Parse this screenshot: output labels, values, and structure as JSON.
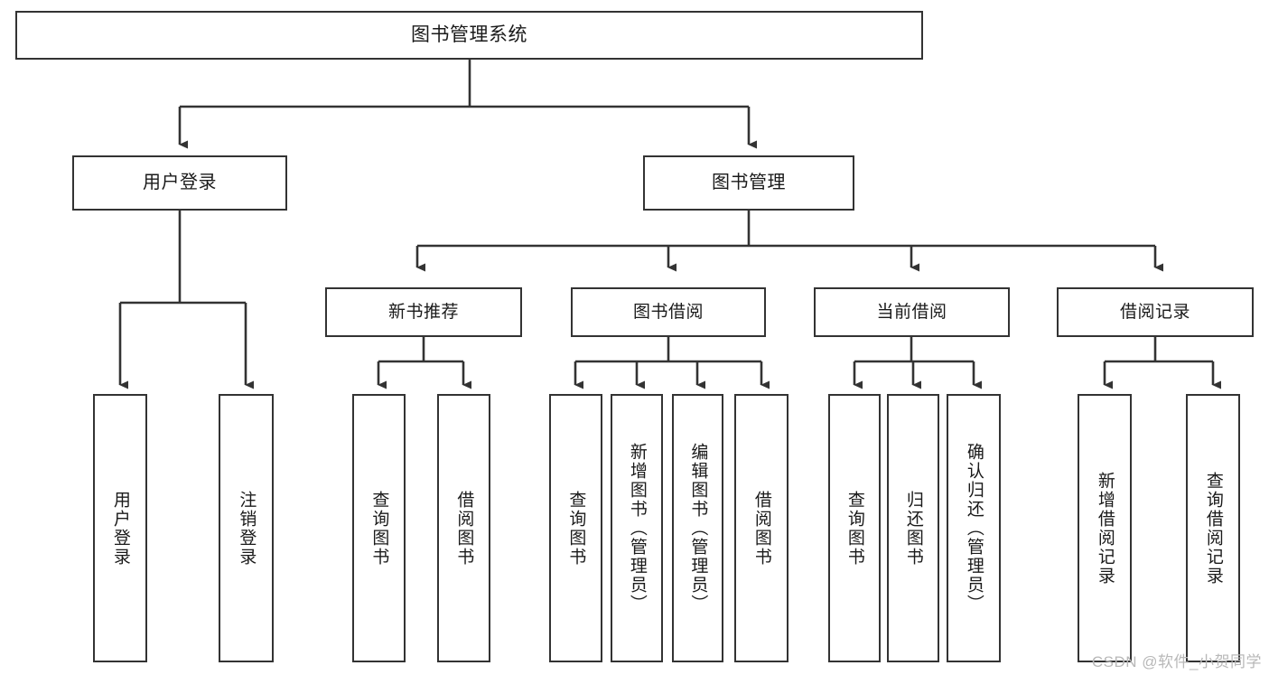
{
  "diagram": {
    "type": "tree-hierarchy-chart",
    "background_color": "#ffffff",
    "line_color": "#333333",
    "text_color": "#1a1a1a",
    "root": {
      "label": "图书管理系统"
    },
    "level1": [
      {
        "label": "用户登录"
      },
      {
        "label": "图书管理"
      }
    ],
    "level2": [
      {
        "label": "新书推荐"
      },
      {
        "label": "图书借阅"
      },
      {
        "label": "当前借阅"
      },
      {
        "label": "借阅记录"
      }
    ],
    "leaves": {
      "user_login": [
        {
          "label": "用户登录"
        },
        {
          "label": "注销登录"
        }
      ],
      "new_book_recommend": [
        {
          "label": "查询图书"
        },
        {
          "label": "借阅图书"
        }
      ],
      "book_borrow": [
        {
          "label": "查询图书"
        },
        {
          "label": "新增图书（管理员）"
        },
        {
          "label": "编辑图书（管理员）"
        },
        {
          "label": "借阅图书"
        }
      ],
      "current_borrow": [
        {
          "label": "查询图书"
        },
        {
          "label": "归还图书"
        },
        {
          "label": "确认归还（管理员）"
        }
      ],
      "borrow_record": [
        {
          "label": "新增借阅记录"
        },
        {
          "label": "查询借阅记录"
        }
      ]
    }
  },
  "watermark": {
    "text": "CSDN @软件_小贺同学"
  }
}
